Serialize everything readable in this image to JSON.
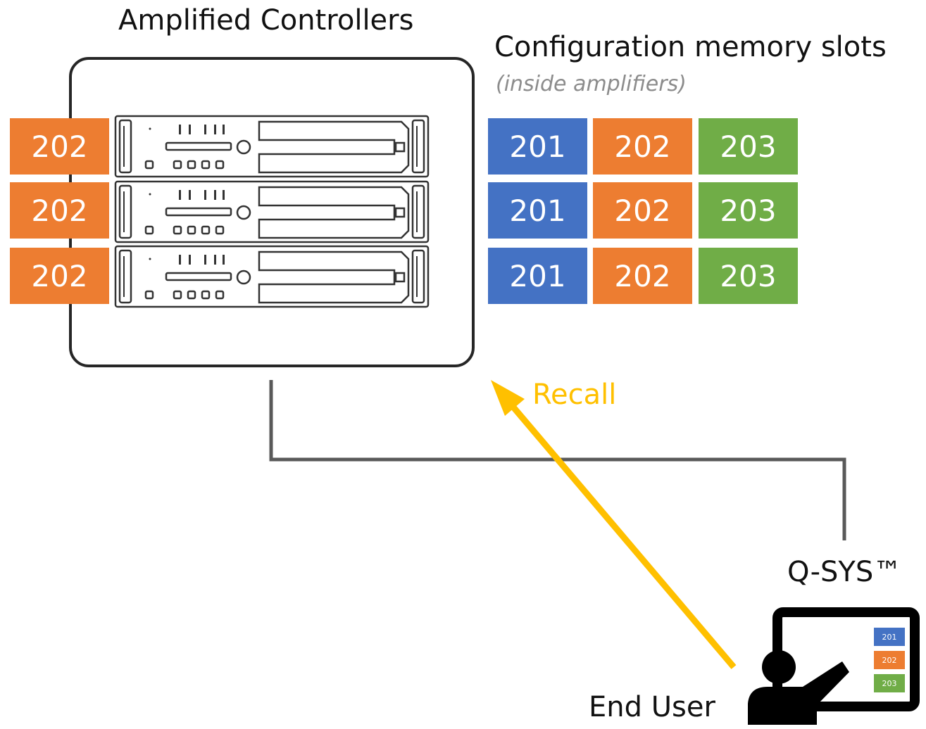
{
  "amplified_controllers_title": "Amplified Controllers",
  "config_title": "Configuration memory slots",
  "config_subtitle": "(inside amplifiers)",
  "active_slots": [
    "202",
    "202",
    "202"
  ],
  "memory_slots": [
    [
      "201",
      "202",
      "203"
    ],
    [
      "201",
      "202",
      "203"
    ],
    [
      "201",
      "202",
      "203"
    ]
  ],
  "recall_label": "Recall",
  "qsys_label": "Q-SYS™",
  "end_user_label": "End User",
  "display_slots": [
    "201",
    "202",
    "203"
  ],
  "colors": {
    "slot_201": "#4472c4",
    "slot_202": "#ed7d31",
    "slot_203": "#70ad47",
    "recall_arrow": "#ffc000",
    "connection_line": "#595959"
  },
  "icons": [
    "amplifier-rack-icon",
    "presenter-icon",
    "recall-arrow"
  ]
}
